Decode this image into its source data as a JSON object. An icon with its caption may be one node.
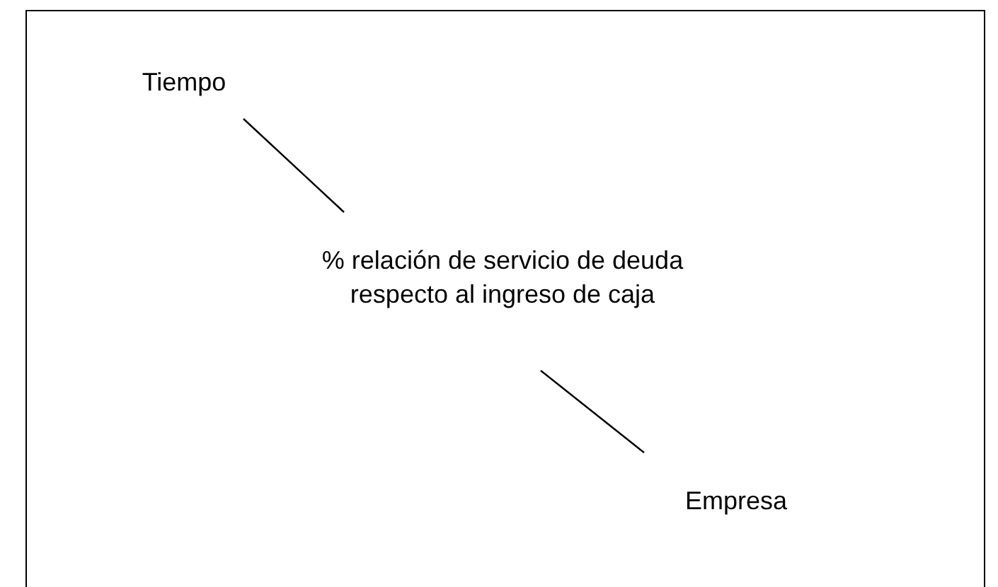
{
  "diagram": {
    "nodes": [
      {
        "text": [
          "Tiempo"
        ]
      },
      {
        "text": [
          "% relación de servicio de deuda respecto al ingreso de caja"
        ]
      },
      {
        "text": [
          "Empresa"
        ]
      }
    ],
    "edges": [
      {
        "from": 0,
        "to": 1,
        "arrow": "none"
      },
      {
        "from": 1,
        "to": 2,
        "arrow": "none"
      }
    ]
  }
}
